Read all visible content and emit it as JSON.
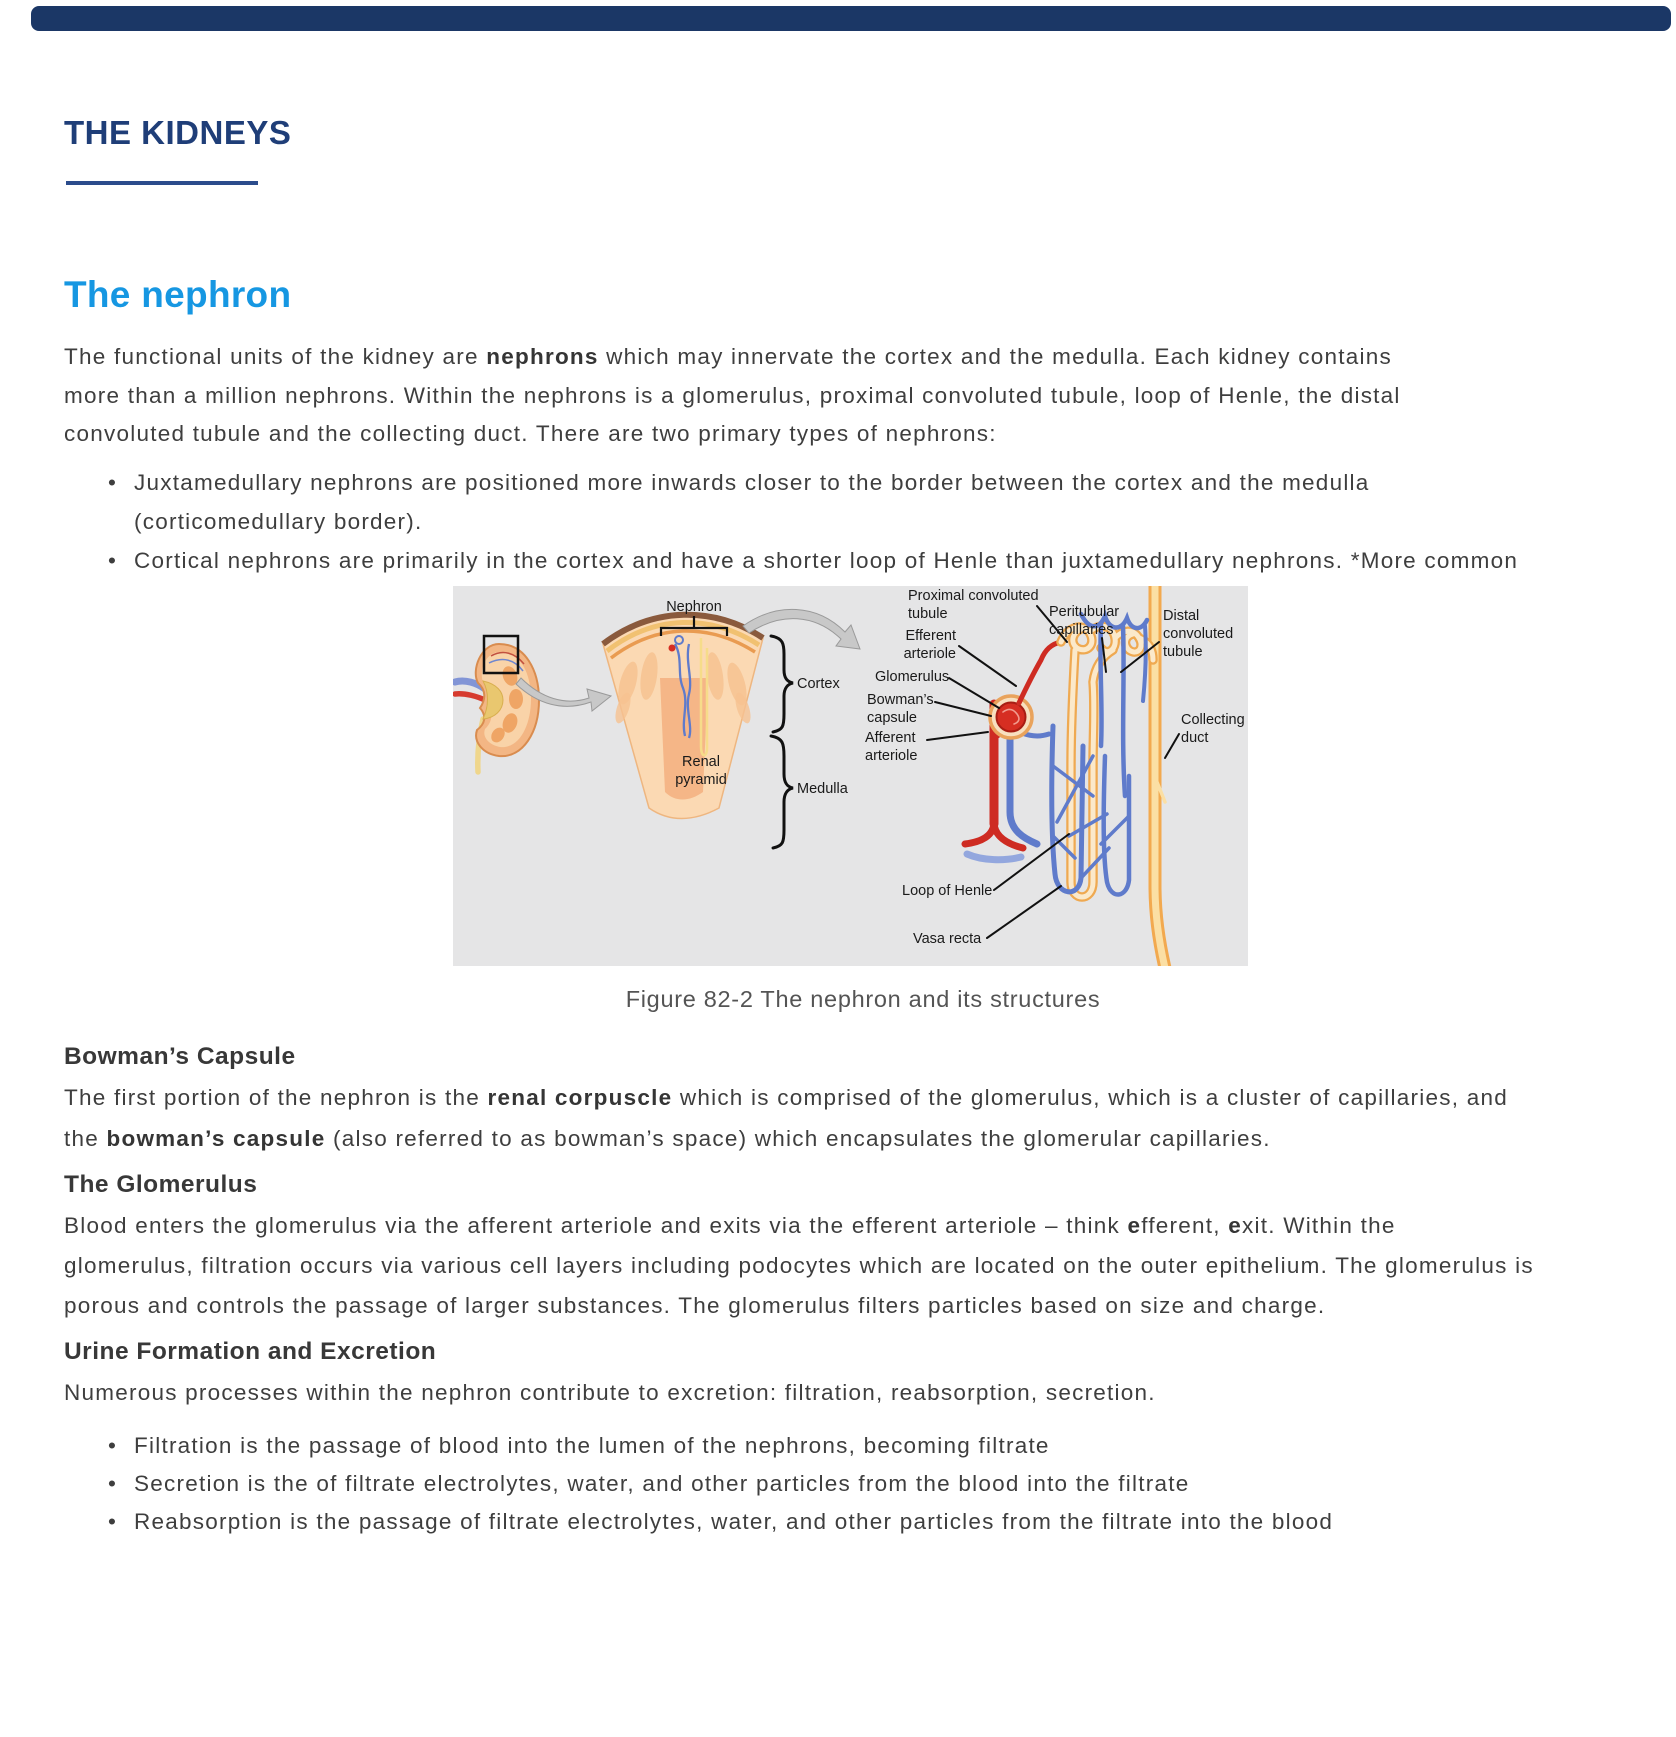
{
  "top_bar": {
    "color": "#1B3766"
  },
  "header": {
    "title": "THE KIDNEYS",
    "title_color": "#1F3E78",
    "rule_color": "#2B4C8C"
  },
  "nephron_section": {
    "heading": "The nephron",
    "heading_color": "#1697E2",
    "intro_lines": [
      [
        {
          "t": "The functional units of the kidney are "
        },
        {
          "t": "nephrons",
          "b": true
        },
        {
          "t": " which may innervate the cortex and the medulla. Each kidney contains"
        }
      ],
      [
        {
          "t": "more than a million nephrons. Within the nephrons is a glomerulus, proximal convoluted tubule, loop of Henle, the distal"
        }
      ],
      [
        {
          "t": "convoluted tubule and the collecting duct. There are two primary types of nephrons:"
        }
      ]
    ],
    "bullet_1_line_1": "Juxtamedullary nephrons are positioned more inwards closer to the border between the cortex and the medulla",
    "bullet_1_line_2": "(corticomedullary border).",
    "bullet_2": "Cortical nephrons are primarily in the cortex and have a shorter loop of Henle than juxtamedullary nephrons. *More common"
  },
  "figure": {
    "caption": "Figure 82-2 The nephron and its structures",
    "colors": {
      "background": "#E5E5E6",
      "artery_red": "#CE2B22",
      "glomerulus_red": "#D62E22",
      "vein_blue": "#5F7BCB",
      "tubule_outline": "#EFA951",
      "tubule_fill": "#FBE9CB",
      "duct_orange": "#F2A94F",
      "duct_fill": "#FBDFA4",
      "kidney_outer": "#F3B684",
      "kidney_inner": "#F9D3A8",
      "wedge_fill": "#FBD9B3",
      "arrow_gray": "#C8C8C8"
    },
    "labels": {
      "nephron": "Nephron",
      "cortex": "Cortex",
      "medulla": "Medulla",
      "renal_pyramid_1": "Renal",
      "renal_pyramid_2": "pyramid",
      "proximal_1": "Proximal convoluted",
      "proximal_2": "tubule",
      "peritubular_1": "Peritubular",
      "peritubular_2": "capillaries",
      "distal_1": "Distal",
      "distal_2": "convoluted",
      "distal_3": "tubule",
      "efferent_1": "Efferent",
      "efferent_2": "arteriole",
      "glomerulus": "Glomerulus",
      "bowmans_1": "Bowman’s",
      "bowmans_2": "capsule",
      "afferent_1": "Afferent",
      "afferent_2": "arteriole",
      "collecting_1": "Collecting",
      "collecting_2": "duct",
      "loop_of_henle": "Loop of Henle",
      "vasa_recta": "Vasa recta"
    }
  },
  "sections": [
    {
      "heading": "Bowman’s Capsule",
      "lines": [
        [
          {
            "t": "The first portion of the nephron is the "
          },
          {
            "t": "renal corpuscle",
            "b": true
          },
          {
            "t": " which is comprised of the glomerulus, which is a cluster of capillaries, and"
          }
        ],
        [
          {
            "t": "the "
          },
          {
            "t": "bowman’s capsule",
            "b": true
          },
          {
            "t": " (also referred to as bowman’s space) which encapsulates the glomerular capillaries."
          }
        ]
      ]
    },
    {
      "heading": "The Glomerulus",
      "lines": [
        [
          {
            "t": "Blood enters the glomerulus via the afferent arteriole and exits via the efferent arteriole – think "
          },
          {
            "t": "e",
            "b": true
          },
          {
            "t": "fferent, "
          },
          {
            "t": "e",
            "b": true
          },
          {
            "t": "xit. Within the"
          }
        ],
        [
          {
            "t": "glomerulus, filtration occurs via various cell layers including podocytes which are located on the outer epithelium. The glomerulus is"
          }
        ],
        [
          {
            "t": "porous and controls the passage of larger substances. The glomerulus filters particles based on size and charge."
          }
        ]
      ]
    },
    {
      "heading": "Urine Formation and Excretion",
      "lines": [
        [
          {
            "t": "Numerous processes within the nephron contribute to excretion: filtration, reabsorption, secretion."
          }
        ]
      ],
      "bullets": [
        "Filtration is the passage of blood into the lumen of the nephrons, becoming filtrate",
        "Secretion is the of filtrate electrolytes, water, and other particles from the blood into the filtrate",
        "Reabsorption is the passage of filtrate electrolytes, water, and other particles from the filtrate into the blood"
      ]
    }
  ]
}
